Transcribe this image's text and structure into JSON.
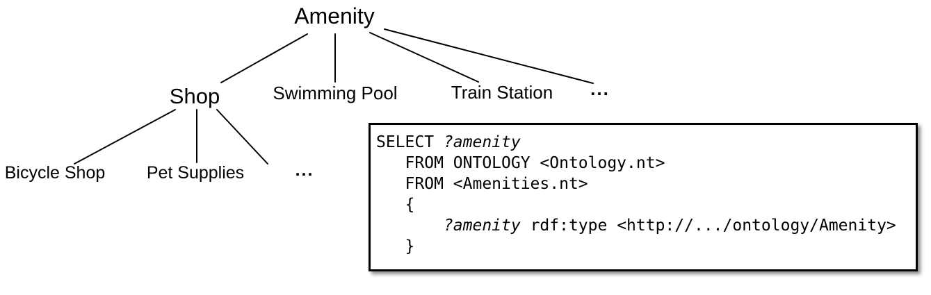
{
  "tree": {
    "root": {
      "label": "Amenity"
    },
    "level1": [
      {
        "label": "Shop"
      },
      {
        "label": "Swimming Pool"
      },
      {
        "label": "Train Station"
      },
      {
        "label": "..."
      }
    ],
    "level2": [
      {
        "label": "Bicycle Shop"
      },
      {
        "label": "Pet Supplies"
      },
      {
        "label": "..."
      }
    ]
  },
  "code_box": {
    "lines": [
      {
        "segments": [
          {
            "text": "SELECT "
          },
          {
            "text": "?amenity"
          }
        ]
      },
      {
        "segments": [
          {
            "text": "   FROM ONTOLOGY <Ontology.nt>"
          }
        ]
      },
      {
        "segments": [
          {
            "text": "   FROM <Amenities.nt>"
          }
        ]
      },
      {
        "segments": [
          {
            "text": "   {"
          }
        ]
      },
      {
        "segments": [
          {
            "text": "       "
          },
          {
            "text": "?amenity"
          },
          {
            "text": " rdf:type <http://.../ontology/Amenity>"
          }
        ]
      },
      {
        "segments": [
          {
            "text": "   }"
          }
        ]
      }
    ]
  },
  "colors": {
    "background": "#ffffff",
    "text": "#000000",
    "edge": "#000000",
    "box_border": "#000000"
  }
}
